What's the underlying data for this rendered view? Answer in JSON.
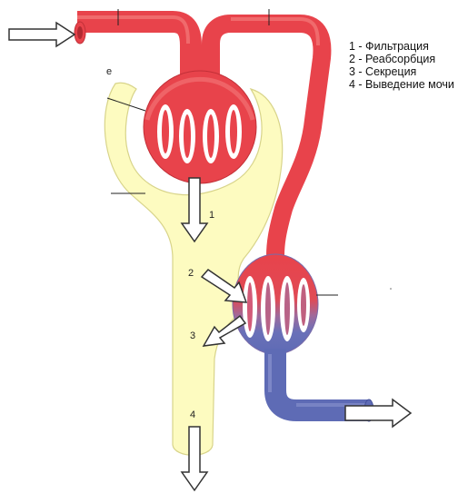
{
  "legend": {
    "items": [
      "1 - Фильтрация",
      "2 - Реабсорбция",
      "3 - Секреция",
      "4 - Выведение мочи"
    ]
  },
  "labels": {
    "n1": "1",
    "n2": "2",
    "n3": "3",
    "n4": "4",
    "stray": "е"
  },
  "colors": {
    "tubule_fill": "#fdfbc0",
    "tubule_stroke": "#d8d48a",
    "artery": "#e8434b",
    "artery_light": "#f37a7a",
    "vein": "#5e6bb5",
    "arrow_stroke": "#333333"
  }
}
